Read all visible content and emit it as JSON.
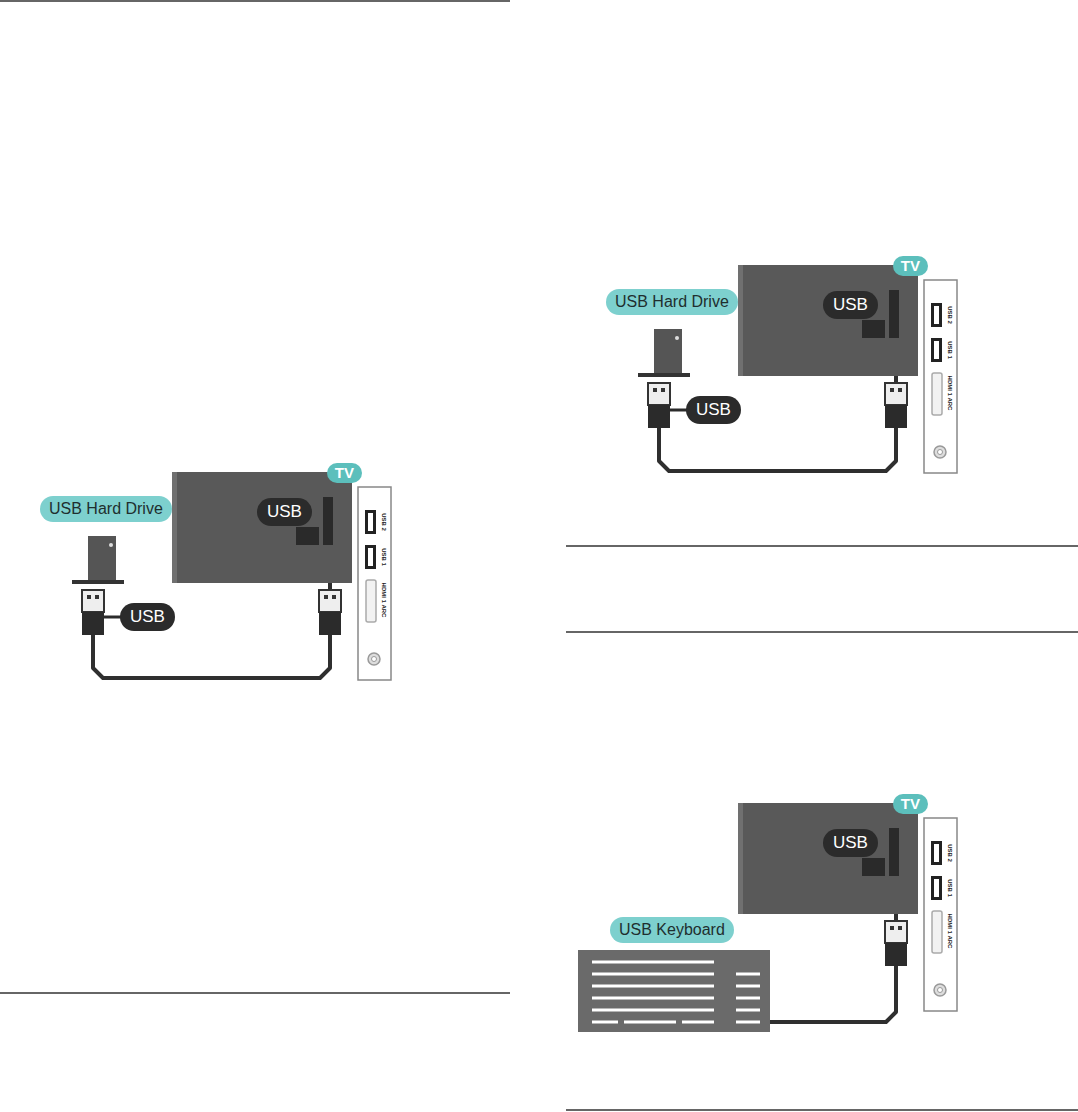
{
  "diagram": {
    "nodes": [
      {
        "text": [
          "TV"
        ]
      },
      {
        "text": [
          "USB"
        ],
        "in": 0
      },
      {
        "text": [
          "USB 2",
          "USB 1",
          "HDMI 1 ARC"
        ]
      },
      {
        "text": [
          "USB Hard Drive"
        ]
      },
      {
        "text": [
          "TV"
        ]
      },
      {
        "text": [
          "USB"
        ],
        "in": 4
      },
      {
        "text": [
          "USB 2",
          "USB 1",
          "HDMI 1 ARC"
        ]
      },
      {
        "text": [
          "USB Hard Drive"
        ]
      },
      {
        "text": [
          "TV"
        ]
      },
      {
        "text": [
          "USB"
        ],
        "in": 8
      },
      {
        "text": [
          "USB 2",
          "USB 1",
          "HDMI 1 ARC"
        ]
      },
      {
        "text": [
          "USB Keyboard"
        ]
      }
    ],
    "edges": [
      {
        "from": 3,
        "to": 0,
        "arrow": "none",
        "label": "USB"
      },
      {
        "from": 7,
        "to": 4,
        "arrow": "none",
        "label": "USB"
      },
      {
        "from": 11,
        "to": 8,
        "arrow": "none"
      }
    ]
  }
}
